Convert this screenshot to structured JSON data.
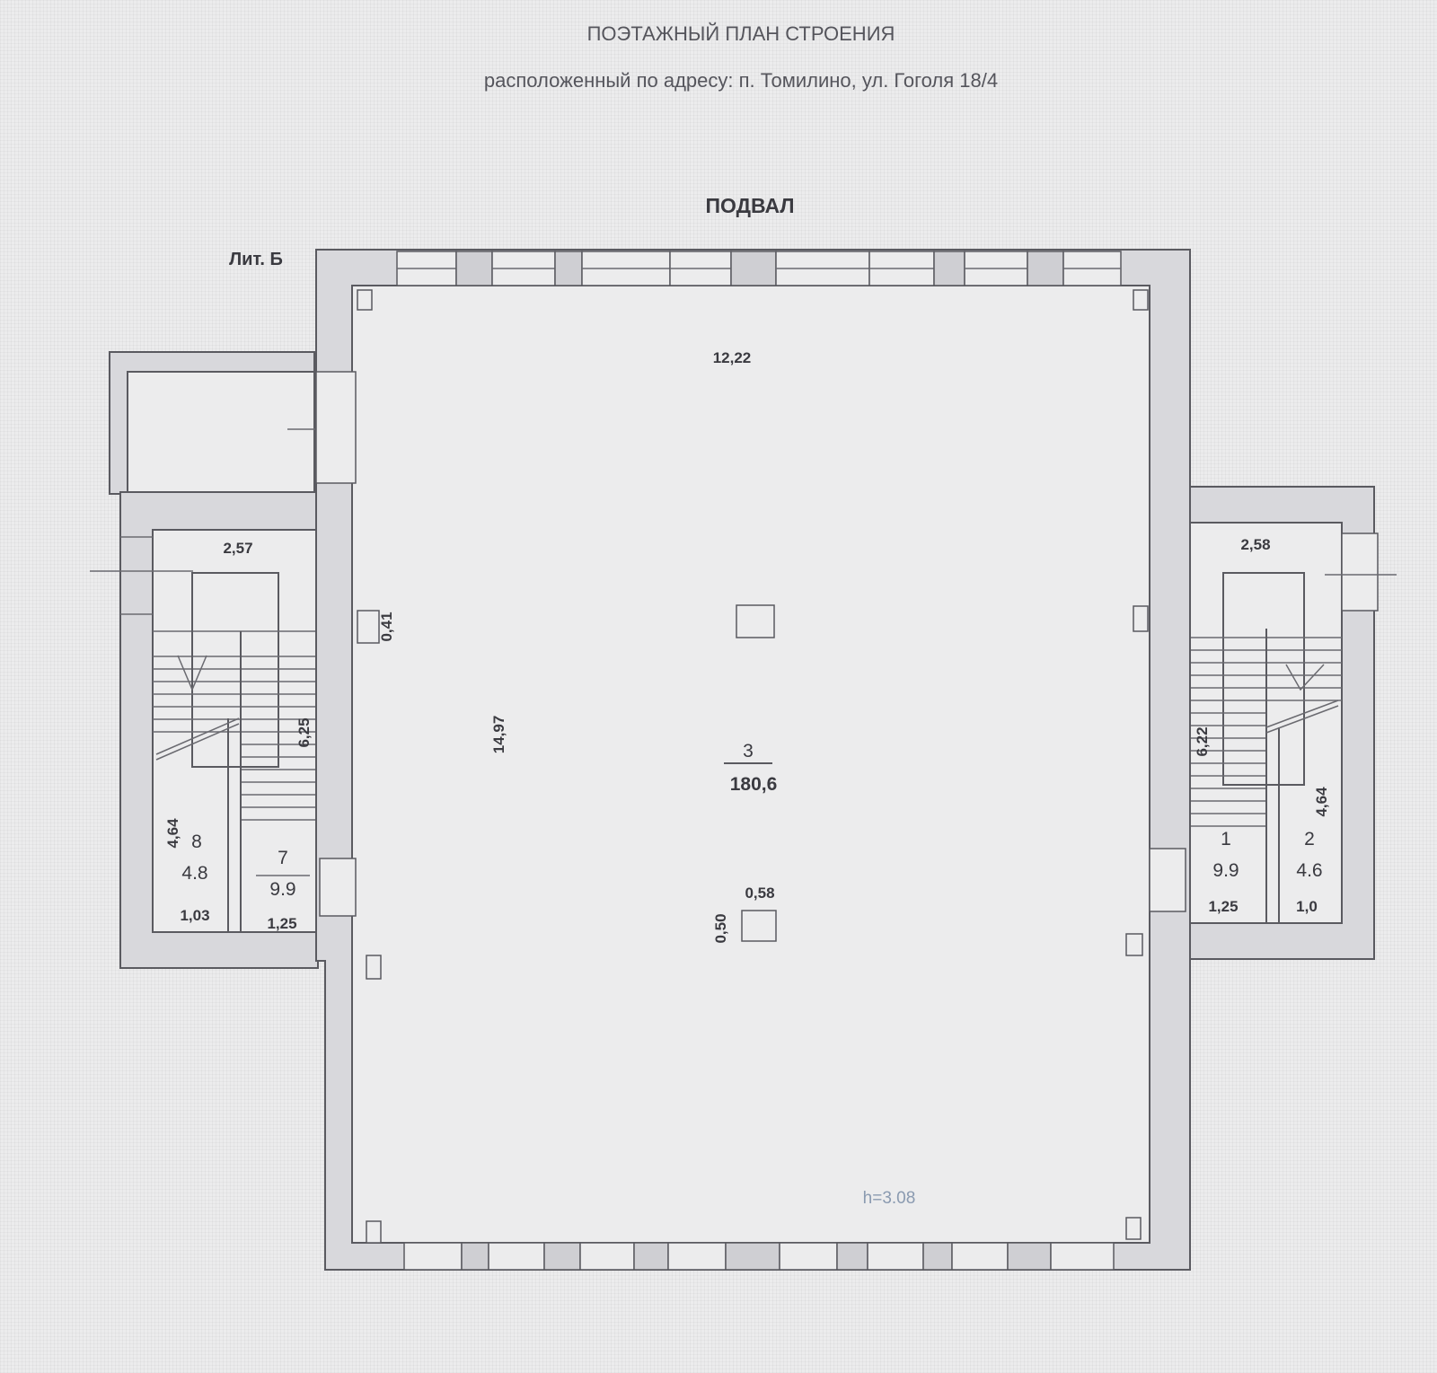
{
  "header": {
    "title": "ПОЭТАЖНЫЙ ПЛАН СТРОЕНИЯ",
    "address": "расположенный по адресу: п. Томилино, ул. Гоголя 18/4"
  },
  "floor_label": "ПОДВАЛ",
  "building_label": "Лит. Б",
  "main_room": {
    "number": "3",
    "area": "180,6",
    "width_dim": "12,22",
    "length_dim": "14,97",
    "wall_dim": "0,41",
    "height": "h=3.08",
    "column_w": "0,58",
    "column_h": "0,50"
  },
  "left_stair": {
    "width_dim": "2,57",
    "length_dim": "6,25",
    "room8": {
      "number": "8",
      "area": "4.8",
      "length_dim": "4,64",
      "width_dim": "1,03"
    },
    "room7": {
      "number": "7",
      "area": "9.9",
      "width_dim": "1,25"
    }
  },
  "right_stair": {
    "width_dim": "2,58",
    "length_dim": "6,22",
    "room1": {
      "number": "1",
      "area": "9.9",
      "width_dim": "1,25"
    },
    "room2": {
      "number": "2",
      "area": "4.6",
      "length_dim": "4,64",
      "width_dim": "1,0"
    }
  },
  "colors": {
    "wall": "#d8d8dc",
    "line": "#5a5a60",
    "background": "#ececed",
    "height_text": "#8a9ab0"
  }
}
